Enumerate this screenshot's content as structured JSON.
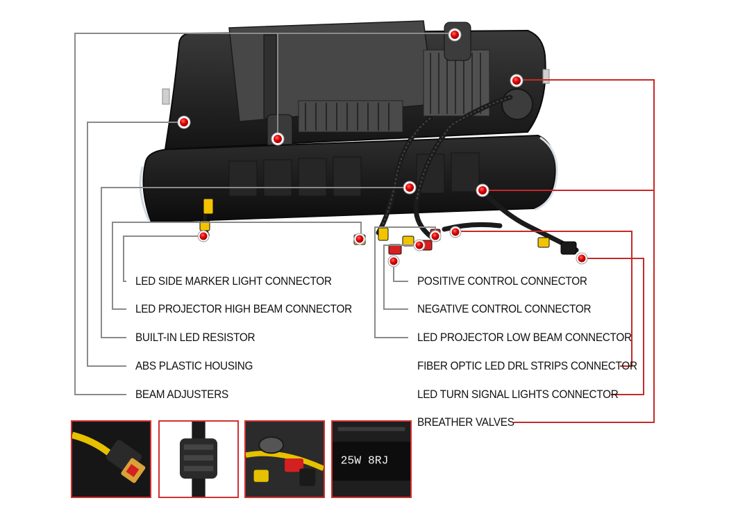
{
  "labels_left": [
    "LED SIDE MARKER LIGHT CONNECTOR",
    "LED PROJECTOR HIGH BEAM CONNECTOR",
    "BUILT-IN LED RESISTOR",
    "ABS PLASTIC HOUSING",
    "BEAM ADJUSTERS"
  ],
  "labels_right": [
    "POSITIVE CONTROL CONNECTOR",
    "NEGATIVE CONTROL CONNECTOR",
    "LED PROJECTOR LOW BEAM CONNECTOR",
    "FIBER OPTIC LED DRL STRIPS CONNECTOR",
    "LED TURN SIGNAL LIGHTS CONNECTOR",
    "BREATHER VALVES"
  ],
  "resistor_text": "25W 8RJ",
  "colors": {
    "callout_gray": "#8a8a8a",
    "callout_red": "#c62828",
    "dot_red": "#e00000",
    "thumb_border": "#d32f2f"
  }
}
